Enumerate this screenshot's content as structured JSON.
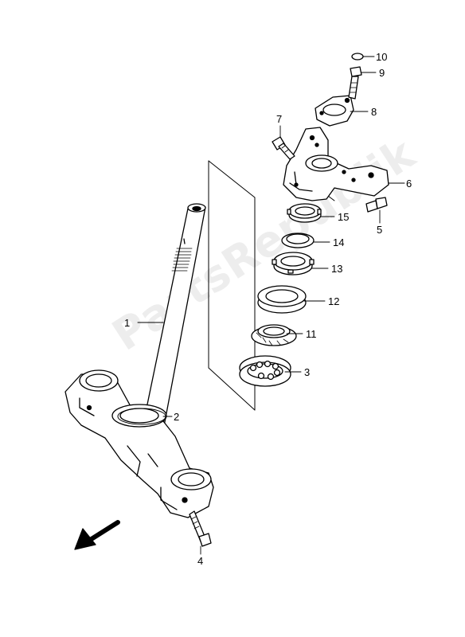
{
  "diagram": {
    "watermark": "PartsRepublik",
    "callouts": [
      "1",
      "2",
      "3",
      "4",
      "5",
      "6",
      "7",
      "8",
      "9",
      "10",
      "11",
      "12",
      "13",
      "14",
      "15"
    ],
    "front_arrow_icon": "front-direction-arrow"
  }
}
